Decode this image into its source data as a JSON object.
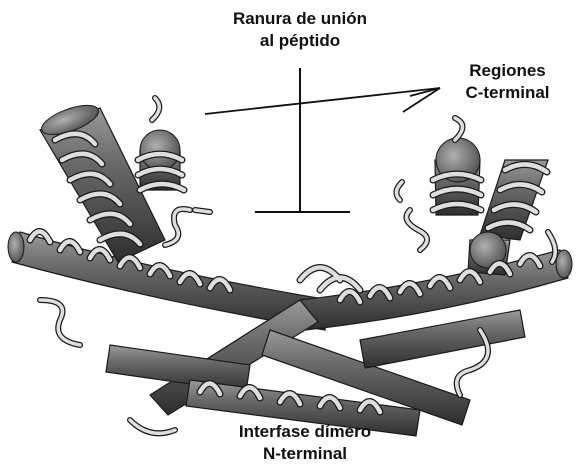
{
  "labels": {
    "peptide_groove": [
      "Ranura de unión",
      "al péptido"
    ],
    "c_terminal": [
      "Regiones",
      "C-terminal"
    ],
    "n_terminal": [
      "Interfase dímero",
      "N-terminal"
    ]
  },
  "colors": {
    "background": "#ffffff",
    "helix_cylinder": "#5a5a5a",
    "coil_ribbon": "#dedede",
    "outline": "#1a1a1a",
    "pointer_line": "#111111"
  }
}
